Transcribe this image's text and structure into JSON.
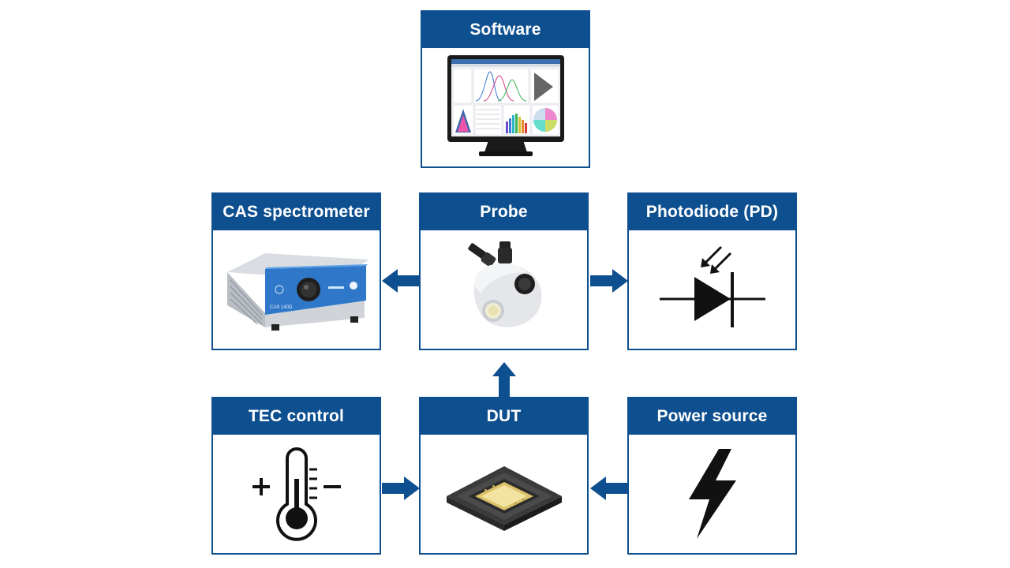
{
  "diagram": {
    "boxes": {
      "software": {
        "title": "Software",
        "icon": "monitor-software-icon"
      },
      "cas": {
        "title": "CAS spectrometer",
        "icon": "spectrometer-device-icon",
        "device_label": "CAS 140D"
      },
      "probe": {
        "title": "Probe",
        "icon": "probe-icon"
      },
      "photodiode": {
        "title": "Photodiode (PD)",
        "icon": "photodiode-icon"
      },
      "tec": {
        "title": "TEC control",
        "icon": "thermometer-icon"
      },
      "dut": {
        "title": "DUT",
        "icon": "led-chip-icon"
      },
      "power": {
        "title": "Power source",
        "icon": "lightning-icon"
      }
    },
    "colors": {
      "accent": "#0e4f8f",
      "background": "#ffffff",
      "icon": "#111111"
    }
  }
}
